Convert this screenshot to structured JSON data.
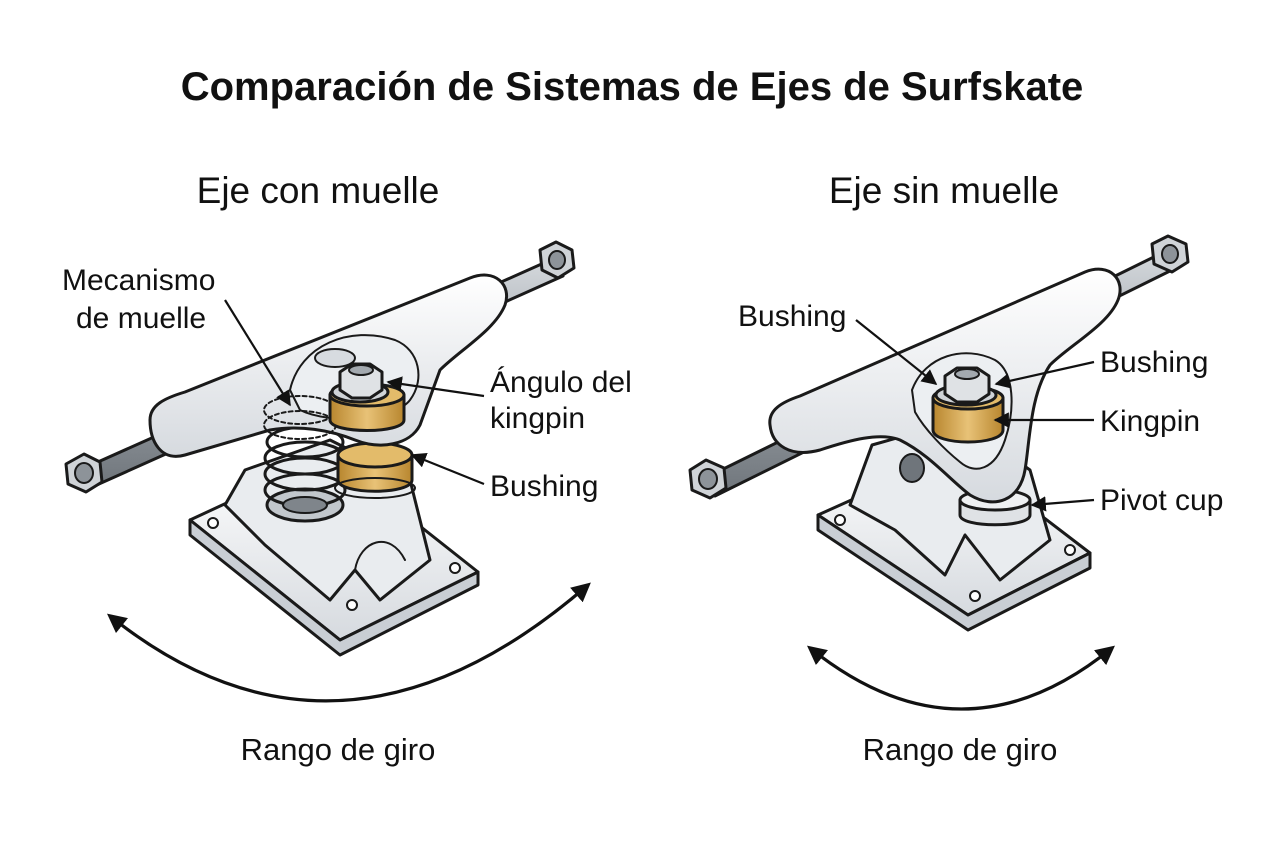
{
  "title": "Comparación de Sistemas de Ejes de Surfskate",
  "left": {
    "heading": "Eje con muelle",
    "labels": {
      "spring_mechanism_line1": "Mecanismo",
      "spring_mechanism_line2": "de muelle",
      "kingpin_angle_line1": "Ángulo del",
      "kingpin_angle_line2": "kingpin",
      "bushing": "Bushing"
    },
    "range_label": "Rango de giro"
  },
  "right": {
    "heading": "Eje sin muelle",
    "labels": {
      "bushing_left": "Bushing",
      "bushing_right": "Bushing",
      "kingpin": "Kingpin",
      "pivot_cup": "Pivot cup"
    },
    "range_label": "Rango de giro"
  },
  "colors": {
    "metal": "#f2f4f6",
    "metal_shade": "#d9dde2",
    "bushing": "#d9a94a",
    "bushing_dark": "#b8862e",
    "axle": "#a9aeb4",
    "outline": "#1a1a1a"
  }
}
